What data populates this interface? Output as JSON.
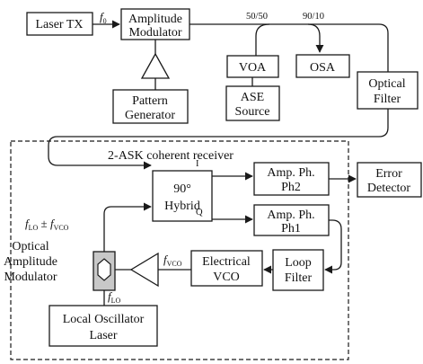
{
  "blocks": {
    "laser_tx": "Laser TX",
    "amp_mod": [
      "Amplitude",
      "Modulator"
    ],
    "pattern_gen": [
      "Pattern",
      "Generator"
    ],
    "voa": "VOA",
    "osa": "OSA",
    "ase": [
      "ASE",
      "Source"
    ],
    "optical_filter": [
      "Optical",
      "Filter"
    ],
    "hybrid": [
      "90°",
      "Hybrid"
    ],
    "amp_ph2": [
      "Amp. Ph.",
      "Ph2"
    ],
    "amp_ph1": [
      "Amp. Ph.",
      "Ph1"
    ],
    "error_detector": [
      "Error",
      "Detector"
    ],
    "electrical_vco": [
      "Electrical",
      "VCO"
    ],
    "loop_filter": [
      "Loop",
      "Filter"
    ],
    "lo_laser": [
      "Local Oscillator",
      "Laser"
    ],
    "oam_label": [
      "Optical",
      "Amplitude",
      "Modulator"
    ]
  },
  "labels": {
    "receiver_title": "2-ASK coherent receiver",
    "f0_main": "f",
    "f0_sub": "0",
    "split_5050": "50/50",
    "split_9010": "90/10",
    "hybrid_i": "I",
    "hybrid_q": "Q",
    "fvco_main": "f",
    "fvco_sub": "VCO",
    "flo_main": "f",
    "flo_sub": "LO",
    "sum_f1": "f",
    "sum_f1_sub": "LO",
    "sum_pm": " ± ",
    "sum_f2": "f",
    "sum_f2_sub": "VCO"
  }
}
